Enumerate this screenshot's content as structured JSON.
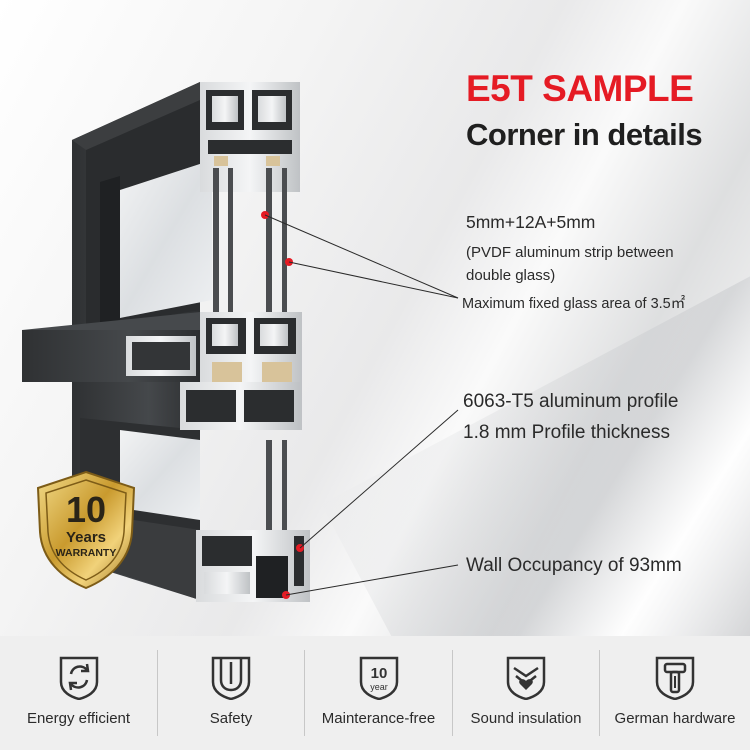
{
  "header": {
    "title": "E5T SAMPLE",
    "subtitle": "Corner in details"
  },
  "specs": {
    "glass_main": "5mm+12A+5mm",
    "glass_note_1": "(PVDF aluminum strip between",
    "glass_note_2": "double glass)",
    "glass_area": "Maximum fixed glass area of 3.5㎡",
    "profile_1": "6063-T5 aluminum profile",
    "profile_2": "1.8 mm Profile thickness",
    "wall": "Wall Occupancy of 93mm"
  },
  "badge": {
    "number": "10",
    "unit": "Years",
    "word": "WARRANTY"
  },
  "features": [
    {
      "label": "Energy efficient",
      "icon": "energy-cycle-icon"
    },
    {
      "label": "Safety",
      "icon": "shield-icon"
    },
    {
      "label": "Mainterance-free",
      "icon": "ten-year-icon",
      "icon_text_1": "10",
      "icon_text_2": "year"
    },
    {
      "label": "Sound insulation",
      "icon": "sound-shield-icon"
    },
    {
      "label": "German hardware",
      "icon": "handle-hardware-icon"
    }
  ],
  "colors": {
    "accent": "#e51b24",
    "profile_dark": "#3a3c3e",
    "gold": "#c9a23a"
  }
}
